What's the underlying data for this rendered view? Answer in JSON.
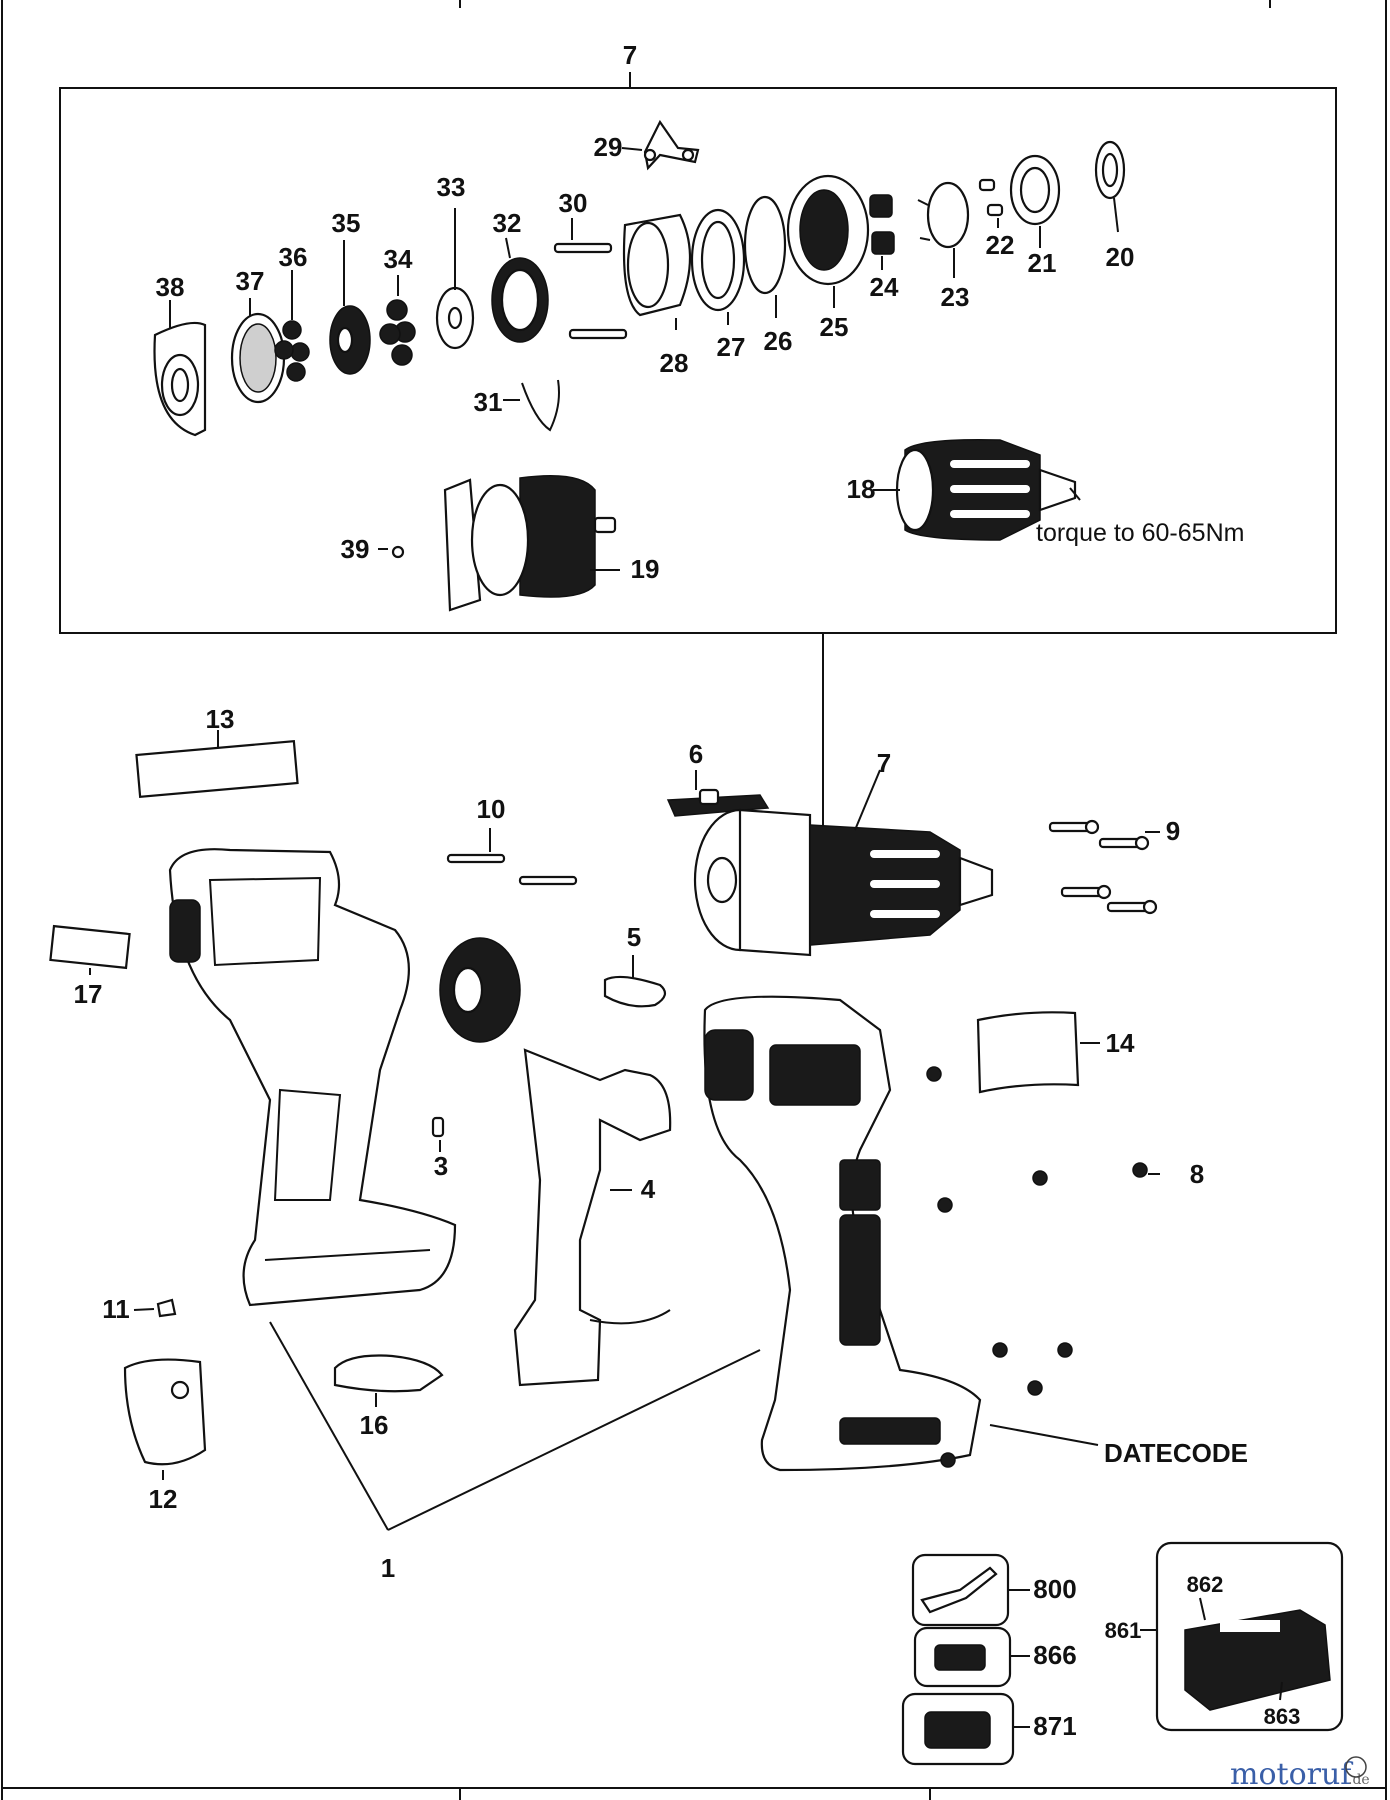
{
  "assembly_label_top": "7",
  "parts": {
    "p1": "1",
    "p3": "3",
    "p4": "4",
    "p5": "5",
    "p6": "6",
    "p7": "7",
    "p8": "8",
    "p9": "9",
    "p10": "10",
    "p11": "11",
    "p12": "12",
    "p13": "13",
    "p14": "14",
    "p16": "16",
    "p17": "17",
    "p18": "18",
    "p19": "19",
    "p20": "20",
    "p21": "21",
    "p22": "22",
    "p23": "23",
    "p24": "24",
    "p25": "25",
    "p26": "26",
    "p27": "27",
    "p28": "28",
    "p29": "29",
    "p30": "30",
    "p31": "31",
    "p32": "32",
    "p33": "33",
    "p34": "34",
    "p35": "35",
    "p36": "36",
    "p37": "37",
    "p38": "38",
    "p39": "39",
    "p800": "800",
    "p861": "861",
    "p862": "862",
    "p863": "863",
    "p866": "866",
    "p871": "871"
  },
  "torque_note": "torque to 60-65Nm",
  "datecode_label": "DATECODE",
  "watermark": {
    "brand": "motoruf",
    "tld": ".de"
  }
}
